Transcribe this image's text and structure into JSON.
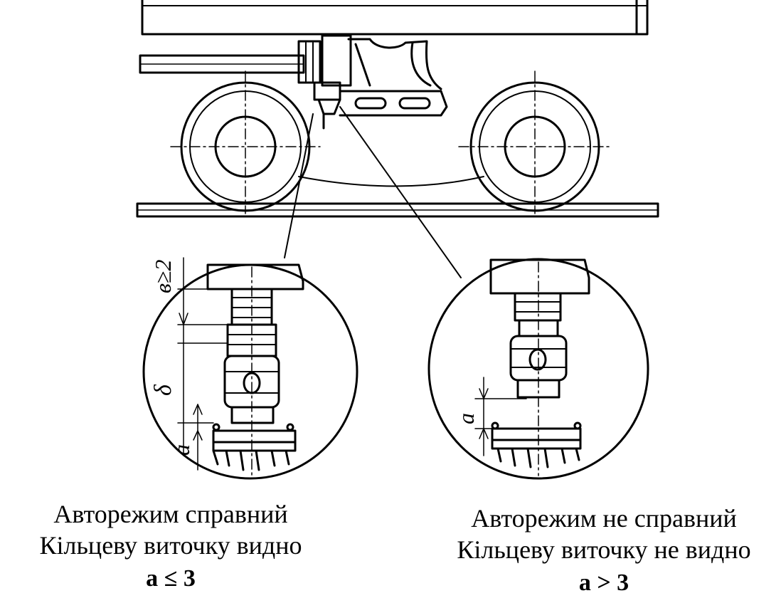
{
  "diagram": {
    "dimension_labels": {
      "b_min": "в≥2",
      "delta": "δ",
      "a_left": "a",
      "a_right": "a"
    }
  },
  "captions": {
    "left": {
      "line1": "Авторежим справний",
      "line2": "Кільцеву виточку видно",
      "formula": "a ≤ 3"
    },
    "right": {
      "line1": "Авторежим не справний",
      "line2": "Кільцеву виточку не видно",
      "formula": "a > 3"
    }
  }
}
